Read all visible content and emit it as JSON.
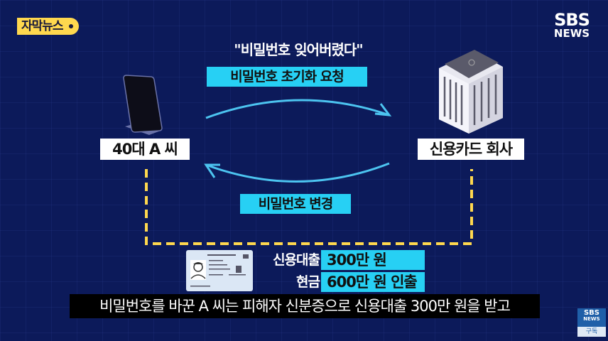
{
  "header": {
    "tag_label": "자막뉴스",
    "logo_line1": "SBS",
    "logo_line2": "NEWS"
  },
  "diagram": {
    "quote": "\"비밀번호 잊어버렸다\"",
    "request_label": "비밀번호 초기화 요청",
    "change_label": "비밀번호 변경",
    "left_node": {
      "label": "40대 A 씨",
      "icon": "smartphone-icon"
    },
    "right_node": {
      "label": "신용카드 회사",
      "icon": "building-icon"
    },
    "colors": {
      "background": "#0c1a5a",
      "cyan": "#27d0f4",
      "yellow": "#ffd84e",
      "arrow": "#4cc4f0"
    }
  },
  "result": {
    "id_card_icon": "id-card-icon",
    "rows": [
      {
        "label": "신용대출",
        "value": "300만 원"
      },
      {
        "label": "현금",
        "value": "600만 원 인출"
      }
    ]
  },
  "subtitle": "비밀번호를 바꾼 A 씨는 피해자 신분증으로 신용대출 300만 원을 받고",
  "subscribe_badge": {
    "line1": "SBS",
    "line2": "NEWS",
    "action": "구독"
  }
}
